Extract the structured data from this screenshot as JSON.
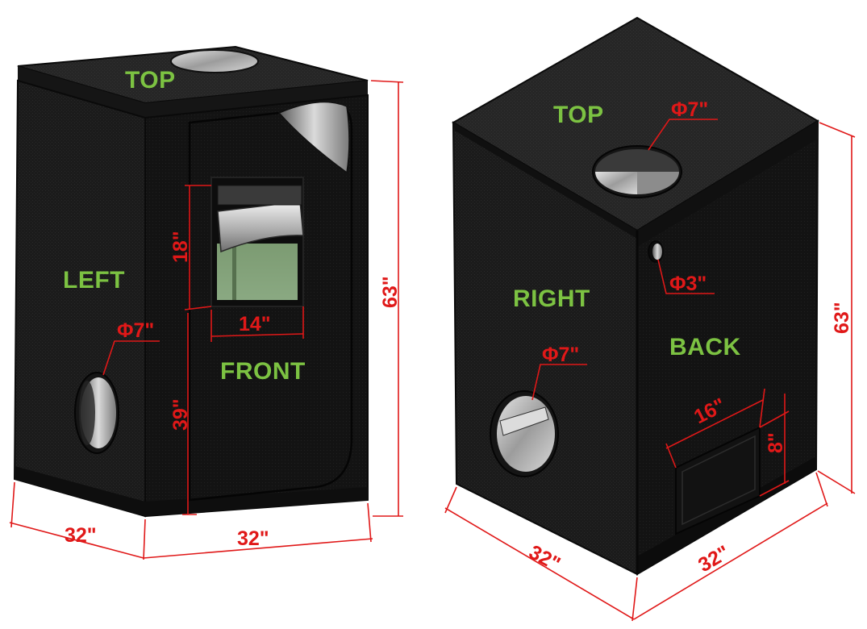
{
  "colors": {
    "label_green": "#7cc242",
    "dimension_red": "#e01818",
    "tent_fabric": "#1c1c1c",
    "window_mesh": "#7f9f76",
    "reflective_lining": "#c9c9c9"
  },
  "left_tent": {
    "labels": {
      "top": "TOP",
      "left": "LEFT",
      "front": "FRONT"
    },
    "dimensions": {
      "window_height": "18\"",
      "window_width": "14\"",
      "door_height": "39\"",
      "side_port": "Φ7\"",
      "depth": "32\"",
      "width": "32\"",
      "height": "63\""
    }
  },
  "right_tent": {
    "labels": {
      "top": "TOP",
      "right": "RIGHT",
      "back": "BACK"
    },
    "dimensions": {
      "top_port": "Φ7\"",
      "small_port": "Φ3\"",
      "side_port": "Φ7\"",
      "vent_width": "16\"",
      "vent_height": "8\"",
      "depth": "32\"",
      "width": "32\"",
      "height": "63\""
    }
  }
}
